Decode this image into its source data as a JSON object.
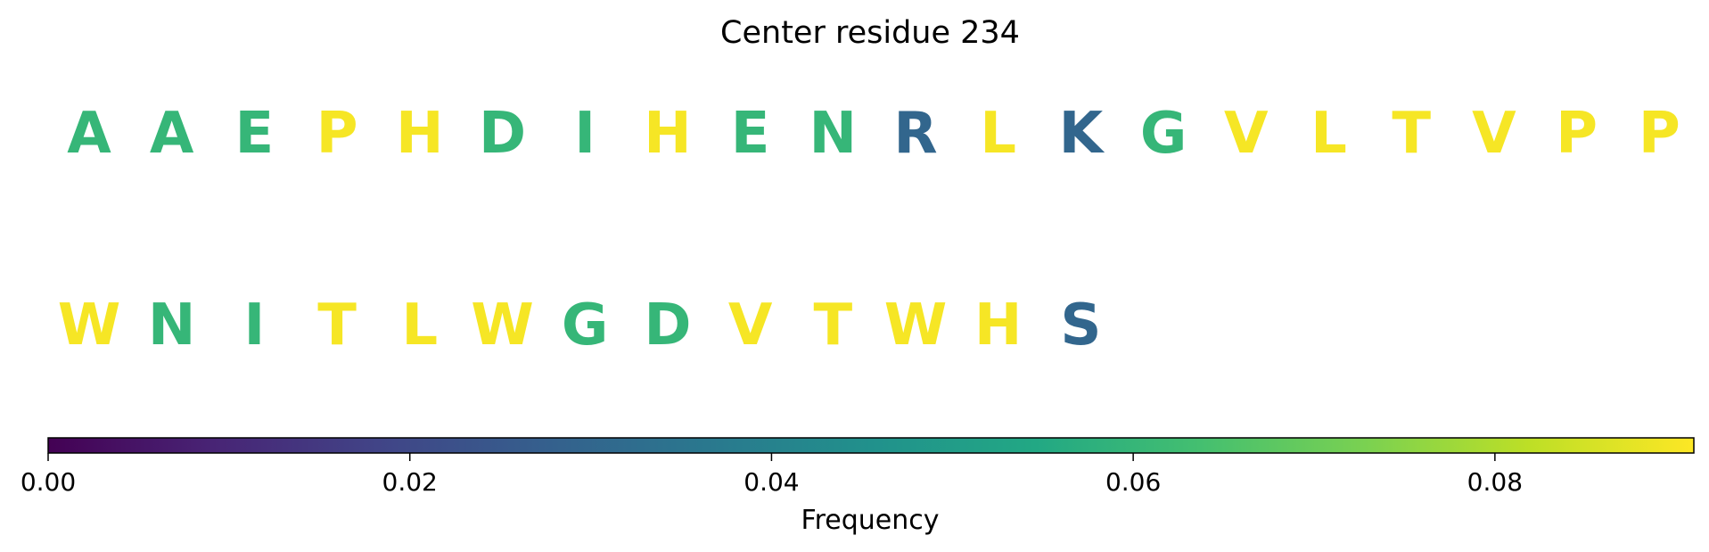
{
  "chart_data": {
    "type": "table",
    "title": "Center residue 234",
    "rows": [
      [
        {
          "letter": "A",
          "value": 0.06
        },
        {
          "letter": "A",
          "value": 0.06
        },
        {
          "letter": "E",
          "value": 0.06
        },
        {
          "letter": "P",
          "value": 0.09
        },
        {
          "letter": "H",
          "value": 0.09
        },
        {
          "letter": "D",
          "value": 0.06
        },
        {
          "letter": "I",
          "value": 0.06
        },
        {
          "letter": "H",
          "value": 0.09
        },
        {
          "letter": "E",
          "value": 0.06
        },
        {
          "letter": "N",
          "value": 0.06
        },
        {
          "letter": "R",
          "value": 0.03
        },
        {
          "letter": "L",
          "value": 0.09
        },
        {
          "letter": "K",
          "value": 0.03
        },
        {
          "letter": "G",
          "value": 0.06
        },
        {
          "letter": "V",
          "value": 0.09
        },
        {
          "letter": "L",
          "value": 0.09
        },
        {
          "letter": "T",
          "value": 0.09
        },
        {
          "letter": "V",
          "value": 0.09
        },
        {
          "letter": "P",
          "value": 0.09
        },
        {
          "letter": "P",
          "value": 0.09
        }
      ],
      [
        {
          "letter": "W",
          "value": 0.09
        },
        {
          "letter": "N",
          "value": 0.06
        },
        {
          "letter": "I",
          "value": 0.06
        },
        {
          "letter": "T",
          "value": 0.09
        },
        {
          "letter": "L",
          "value": 0.09
        },
        {
          "letter": "W",
          "value": 0.09
        },
        {
          "letter": "G",
          "value": 0.06
        },
        {
          "letter": "D",
          "value": 0.06
        },
        {
          "letter": "V",
          "value": 0.09
        },
        {
          "letter": "T",
          "value": 0.09
        },
        {
          "letter": "W",
          "value": 0.09
        },
        {
          "letter": "H",
          "value": 0.09
        },
        {
          "letter": "S",
          "value": 0.03
        }
      ]
    ],
    "colorbar": {
      "label": "Frequency",
      "range": [
        0,
        0.091
      ],
      "ticks": [
        0.0,
        0.02,
        0.04,
        0.06,
        0.08
      ],
      "tick_labels": [
        "0.00",
        "0.02",
        "0.04",
        "0.06",
        "0.08"
      ],
      "colormap": "viridis",
      "orientation": "horizontal",
      "placement": "bottom"
    }
  }
}
